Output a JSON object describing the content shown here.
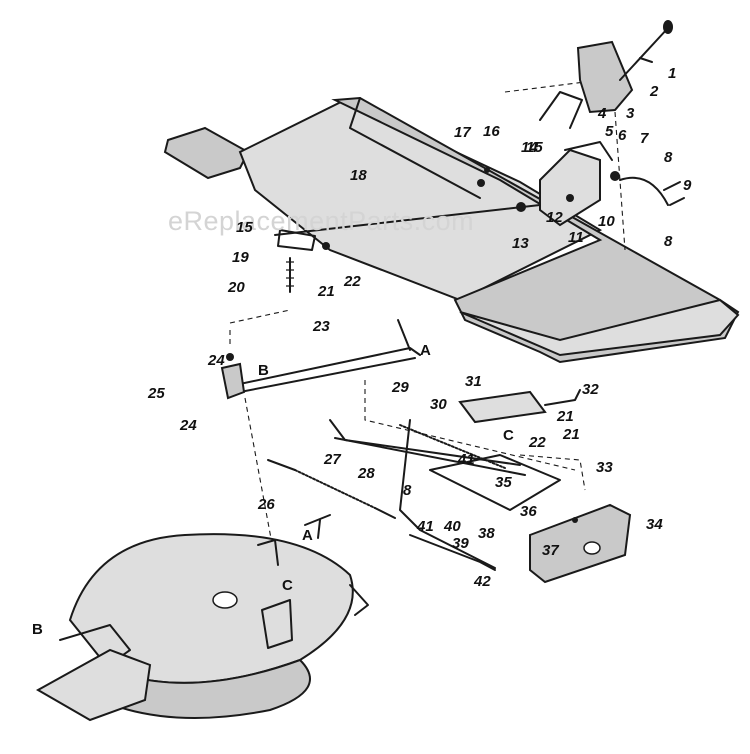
{
  "watermark": "eReplacementParts.com",
  "diagram": {
    "part_numbers": [
      "1",
      "2",
      "3",
      "4",
      "5",
      "6",
      "7",
      "8",
      "9",
      "8",
      "10",
      "11",
      "12",
      "13",
      "14",
      "15",
      "16",
      "17",
      "18",
      "15",
      "19",
      "20",
      "21",
      "22",
      "23",
      "24",
      "25",
      "24",
      "26",
      "27",
      "28",
      "29",
      "30",
      "31",
      "32",
      "21",
      "22",
      "21",
      "33",
      "35",
      "36",
      "34",
      "37",
      "38",
      "39",
      "40",
      "41",
      "41",
      "8",
      "42"
    ],
    "reference_letters": [
      "A",
      "B",
      "C",
      "A",
      "B",
      "C"
    ]
  }
}
